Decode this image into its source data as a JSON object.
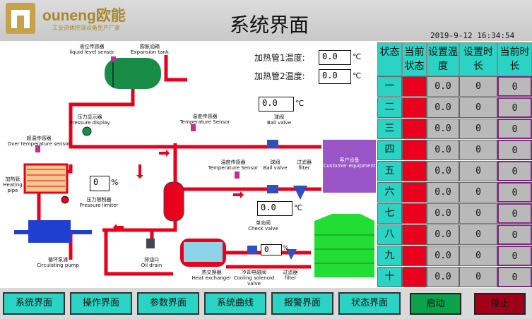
{
  "header": {
    "brand": "ouneng欧能",
    "brand_sub": "工业流体控温设备生产厂家",
    "title": "系统界面",
    "datetime": "2019-9-12 16:34:54"
  },
  "readouts": {
    "heater1_label": "加热管1温度:",
    "heater1_value": "0.0",
    "heater2_label": "加热管2温度:",
    "heater2_value": "0.0",
    "unit_c": "℃",
    "ball_valve_temp": "0.0",
    "outlet_temp": "0.0",
    "heating_pct": "0",
    "cooling_pct": "0",
    "unit_pct": "%"
  },
  "labels": {
    "liquid_level_sensor": [
      "液位传感器",
      "liquid level sensor"
    ],
    "expansion_tank": [
      "膨胀油箱",
      "Expansion tank"
    ],
    "pressure_display": [
      "压力显示器",
      "Pressure display"
    ],
    "temp_sensor_1": [
      "温度传感器",
      "Temperature Sensor"
    ],
    "over_temp_sensor": [
      "超温传感器",
      "Over temperature sensor"
    ],
    "ball_valve_1": [
      "球阀",
      "Ball valve"
    ],
    "customer_equipment": [
      "客户设备",
      "Customer equipment"
    ],
    "temp_sensor_2": [
      "温度传感器",
      "Temperature Sensor"
    ],
    "ball_valve_2": [
      "球阀",
      "Ball valve"
    ],
    "filter_1": [
      "过滤器",
      "filter"
    ],
    "heating_pipe": [
      "加热管",
      "Heating pipe"
    ],
    "pressure_limiter": [
      "压力限制器",
      "Pressure limiter"
    ],
    "check_valve": [
      "单向阀",
      "Check valve"
    ],
    "circulating_pump": [
      "循环泵浦",
      "Circulating pump"
    ],
    "oil_drain": [
      "排油口",
      "Oil drain"
    ],
    "heat_exchanger": [
      "热交换器",
      "Heat exchanger"
    ],
    "cooling_solenoid": [
      "冷却电磁阀",
      "Cooling solenoid valve"
    ],
    "filter_2": [
      "过滤器",
      "filter"
    ]
  },
  "grid": {
    "headers": [
      "状态",
      "当前状态",
      "设置温度",
      "设置时长",
      "当前时长"
    ],
    "rows": [
      {
        "n": "一",
        "temp": "0.0",
        "set": "0",
        "cur": "0"
      },
      {
        "n": "二",
        "temp": "0.0",
        "set": "0",
        "cur": "0"
      },
      {
        "n": "三",
        "temp": "0.0",
        "set": "0",
        "cur": "0"
      },
      {
        "n": "四",
        "temp": "0.0",
        "set": "0",
        "cur": "0"
      },
      {
        "n": "五",
        "temp": "0.0",
        "set": "0",
        "cur": "0"
      },
      {
        "n": "六",
        "temp": "0.0",
        "set": "0",
        "cur": "0"
      },
      {
        "n": "七",
        "temp": "0.0",
        "set": "0",
        "cur": "0"
      },
      {
        "n": "八",
        "temp": "0.0",
        "set": "0",
        "cur": "0"
      },
      {
        "n": "九",
        "temp": "0.0",
        "set": "0",
        "cur": "0"
      },
      {
        "n": "十",
        "temp": "0.0",
        "set": "0",
        "cur": "0"
      }
    ]
  },
  "nav": {
    "items": [
      "系统界面",
      "操作界面",
      "参数界面",
      "系统曲线",
      "报警界面",
      "状态界面"
    ],
    "start": "启动",
    "stop": "停止"
  },
  "colors": {
    "accent": "#2ad3c3",
    "pipe": "#e8001c",
    "status_off": "#e8001c",
    "start": "#0aa24b",
    "stop": "#a0001a",
    "tank": "#1a8c4a",
    "cooling_tower": "#22dd33",
    "customer_equipment": "#9a55c6"
  }
}
